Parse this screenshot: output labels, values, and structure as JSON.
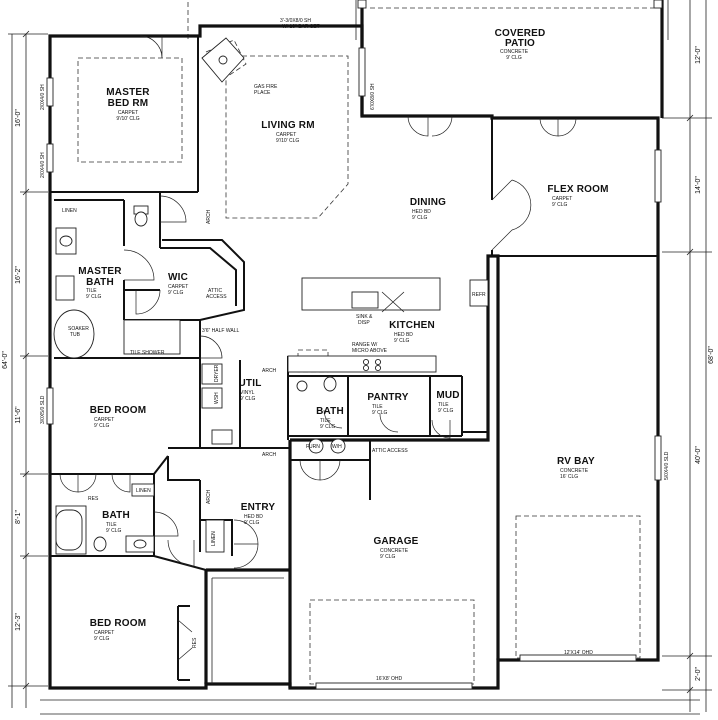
{
  "rooms": {
    "master_bed": {
      "name1": "MASTER",
      "name2": "BED RM",
      "floor": "CARPET",
      "ceiling": "9'/10' CLG"
    },
    "living": {
      "name": "LIVING RM",
      "floor": "CARPET",
      "ceiling": "9'/10' CLG"
    },
    "covered_patio": {
      "name1": "COVERED",
      "name2": "PATIO",
      "floor": "CONCRETE",
      "ceiling": "9' CLG"
    },
    "dining": {
      "name": "DINING",
      "floor": "HED BD",
      "ceiling": "9' CLG"
    },
    "flex": {
      "name": "FLEX ROOM",
      "floor": "CARPET",
      "ceiling": "9' CLG"
    },
    "master_bath": {
      "name1": "MASTER",
      "name2": "BATH",
      "floor": "TILE",
      "ceiling": "9' CLG"
    },
    "wic": {
      "name": "WIC",
      "floor": "CARPET",
      "ceiling": "9' CLG"
    },
    "kitchen": {
      "name": "KITCHEN",
      "floor": "HED BD",
      "ceiling": "9' CLG"
    },
    "util": {
      "name": "UTIL",
      "floor": "VINYL",
      "ceiling": "9' CLG"
    },
    "bath2": {
      "name": "BATH",
      "floor": "TILE",
      "ceiling": "9' CLG"
    },
    "pantry": {
      "name": "PANTRY",
      "floor": "TILE",
      "ceiling": "9' CLG"
    },
    "mud": {
      "name": "MUD",
      "floor": "TILE",
      "ceiling": "9' CLG"
    },
    "bed2": {
      "name": "BED ROOM",
      "floor": "CARPET",
      "ceiling": "9' CLG"
    },
    "rv_bay": {
      "name": "RV BAY",
      "floor": "CONCRETE",
      "ceiling": "16' CLG"
    },
    "entry": {
      "name": "ENTRY",
      "floor": "HED BD",
      "ceiling": "9' CLG"
    },
    "bath3": {
      "name": "BATH",
      "floor": "TILE",
      "ceiling": "9' CLG"
    },
    "garage": {
      "name": "GARAGE",
      "floor": "CONCRETE",
      "ceiling": "9' CLG"
    },
    "bed3": {
      "name": "BED ROOM",
      "floor": "CARPET",
      "ceiling": "9' CLG"
    }
  },
  "annotations": {
    "gas_fireplace1": "GAS FIRE",
    "gas_fireplace2": "PLACE",
    "tile_shower": "TILE SHOWER",
    "soaker_tub1": "SOAKER",
    "soaker_tub2": "TUB",
    "attic1": "ATTIC",
    "attic2": "ACCESS",
    "attic_access2": "ATTIC ACCESS",
    "sink_disp1": "SINK &",
    "sink_disp2": "DISP",
    "range1": "RANGE W/",
    "range2": "MICRO ABOVE",
    "refr": "REFR",
    "linen1": "LINEN",
    "linen2": "LINEN",
    "linen3": "LINEN",
    "furn": "FURN",
    "wh": "W/H",
    "arch1": "ARCH",
    "arch2": "ARCH",
    "arch3": "ARCH",
    "arch4": "ARCH",
    "dryer": "DRYER",
    "wsh": "WSH",
    "res1": "RES",
    "res2": "RES",
    "half_wall": "3'6\" HALF WALL",
    "patio_door": "3'-3/0X8/0 SH",
    "bar_set": "W/ 16\" BAR SET",
    "patio_door_side": "6'/0X8/0 SH",
    "sh_master1": "2/0X4/0 SH",
    "sh_master2": "2/0X4/0 SH",
    "sh_bed": "3/0X5/0 SLD",
    "sh_rv": "5/0X4/0 SLD",
    "garage_door": "16'X8' OHD",
    "rv_door": "12'X14' OHD"
  },
  "dimensions": {
    "left": [
      "16'-0\"",
      "16'-2\"",
      "11'-6\"",
      "8'-1\"",
      "12'-3\""
    ],
    "left_total": "64'-0\"",
    "right": [
      "12'-0\"",
      "14'-0\"",
      "40'-0\"",
      "2'-0\""
    ],
    "right_total": "68'-0\""
  }
}
